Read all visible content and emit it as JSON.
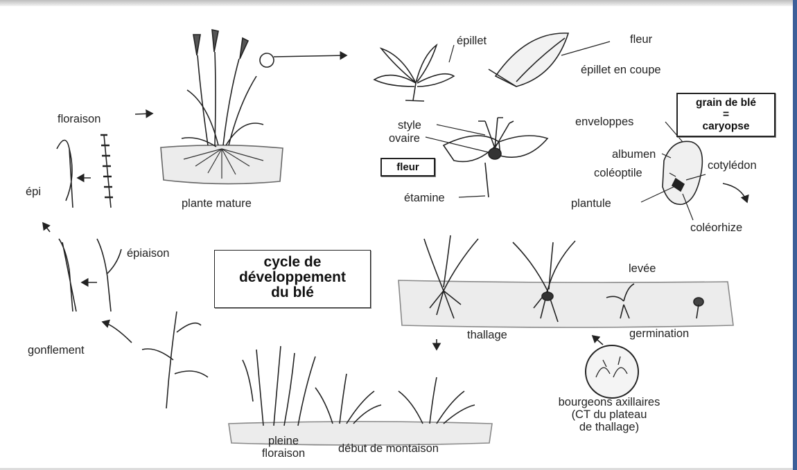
{
  "title": [
    "cycle de",
    "développement",
    "du blé"
  ],
  "grain_box": [
    "grain de blé",
    "=",
    "caryopse"
  ],
  "fleur_box": "fleur",
  "labels": {
    "floraison": "floraison",
    "plante_mature": "plante mature",
    "epillet": "épillet",
    "fleur": "fleur",
    "epillet_en_coupe": "épillet en coupe",
    "style": "style",
    "ovaire": "ovaire",
    "etamine": "étamine",
    "enveloppes": "enveloppes",
    "albumen": "albumen",
    "coleoptile": "coléoptile",
    "cotyledon": "cotylédon",
    "plantule": "plantule",
    "coleorhize": "coléorhize",
    "epi": "épi",
    "epiaison": "épiaison",
    "gonflement": "gonflement",
    "levee": "levée",
    "tallage": "thallage",
    "germination": "germination",
    "bourgeons": [
      "bourgeons axillaires",
      "(CT du plateau",
      "de thallage)"
    ],
    "pleine_floraison": [
      "pleine",
      "floraison"
    ],
    "debut_montaison": "début de montaison"
  },
  "colors": {
    "ink": "#222222",
    "soil": "#ececec",
    "frame_right": "#3d5f99"
  }
}
